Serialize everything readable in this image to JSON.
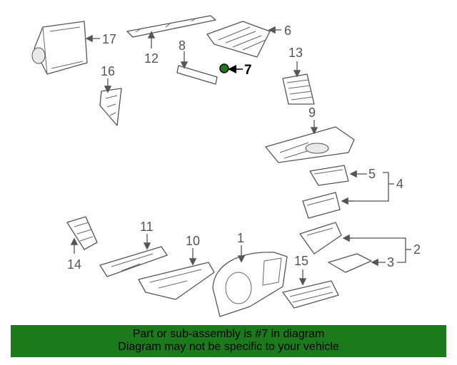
{
  "callouts": {
    "p1": "1",
    "p2": "2",
    "p3": "3",
    "p4": "4",
    "p5": "5",
    "p6": "6",
    "p7": "7",
    "p8": "8",
    "p9": "9",
    "p10": "10",
    "p11": "11",
    "p12": "12",
    "p13": "13",
    "p14": "14",
    "p15": "15",
    "p16": "16",
    "p17": "17"
  },
  "highlight": {
    "part_number": "7",
    "color": "#1c7a1c"
  },
  "banner": {
    "line1": "Part or sub-assembly is #7 in diagram",
    "line2": "Diagram may not be specific to your vehicle",
    "background": "#1c7a1c"
  }
}
